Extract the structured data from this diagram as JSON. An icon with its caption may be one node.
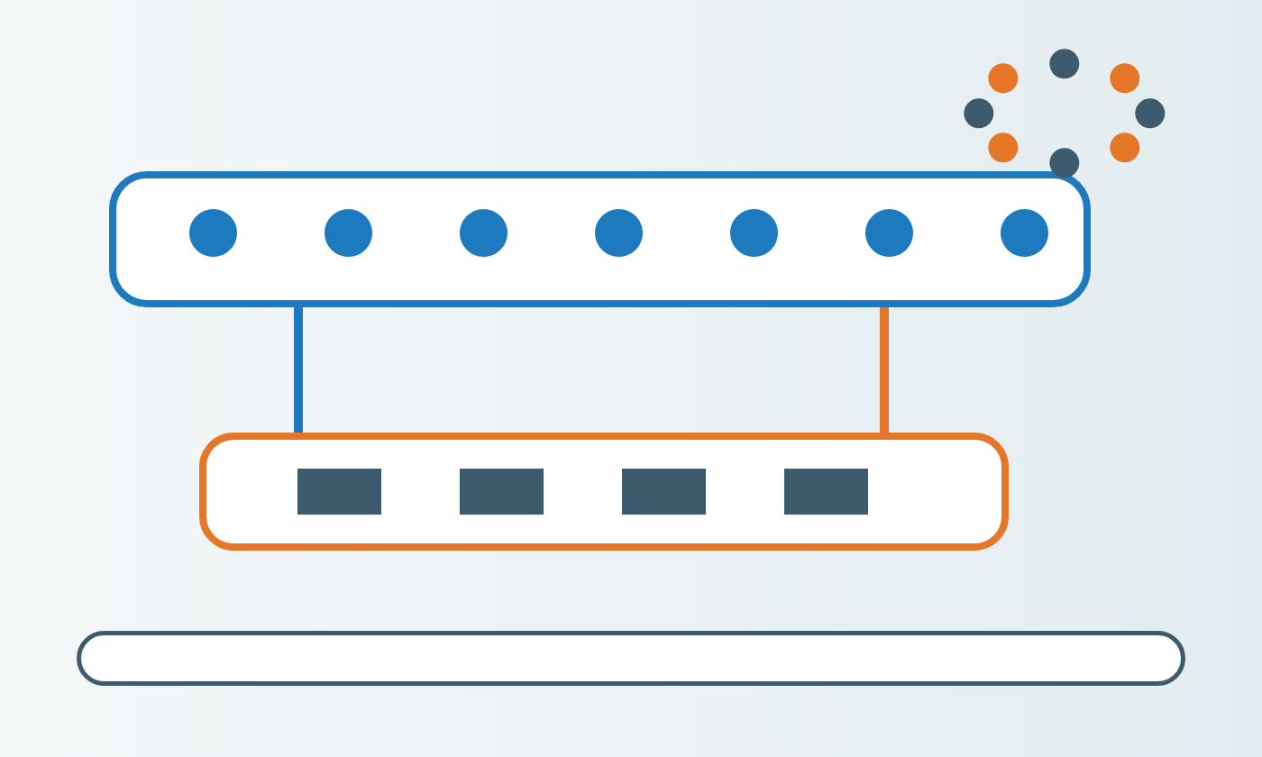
{
  "diagram": {
    "nodes": [
      {
        "text": [],
        "shape": "box"
      },
      {
        "text": [],
        "shape": "circle",
        "in": 0
      },
      {
        "text": [],
        "shape": "circle",
        "in": 0
      },
      {
        "text": [],
        "shape": "circle",
        "in": 0
      },
      {
        "text": [],
        "shape": "circle",
        "in": 0
      },
      {
        "text": [],
        "shape": "circle",
        "in": 0
      },
      {
        "text": [],
        "shape": "circle",
        "in": 0
      },
      {
        "text": [],
        "shape": "circle",
        "in": 0
      },
      {
        "text": [],
        "shape": "box"
      },
      {
        "text": [],
        "shape": "box",
        "in": 8
      },
      {
        "text": [],
        "shape": "box",
        "in": 8
      },
      {
        "text": [],
        "shape": "box",
        "in": 8
      },
      {
        "text": [],
        "shape": "box",
        "in": 8
      },
      {
        "text": [],
        "shape": "bar"
      }
    ],
    "edges": [
      {
        "from": 0,
        "to": 8,
        "arrow": "none",
        "color": "#1e7abf"
      },
      {
        "from": 0,
        "to": 8,
        "arrow": "none",
        "color": "#e67628"
      }
    ]
  }
}
